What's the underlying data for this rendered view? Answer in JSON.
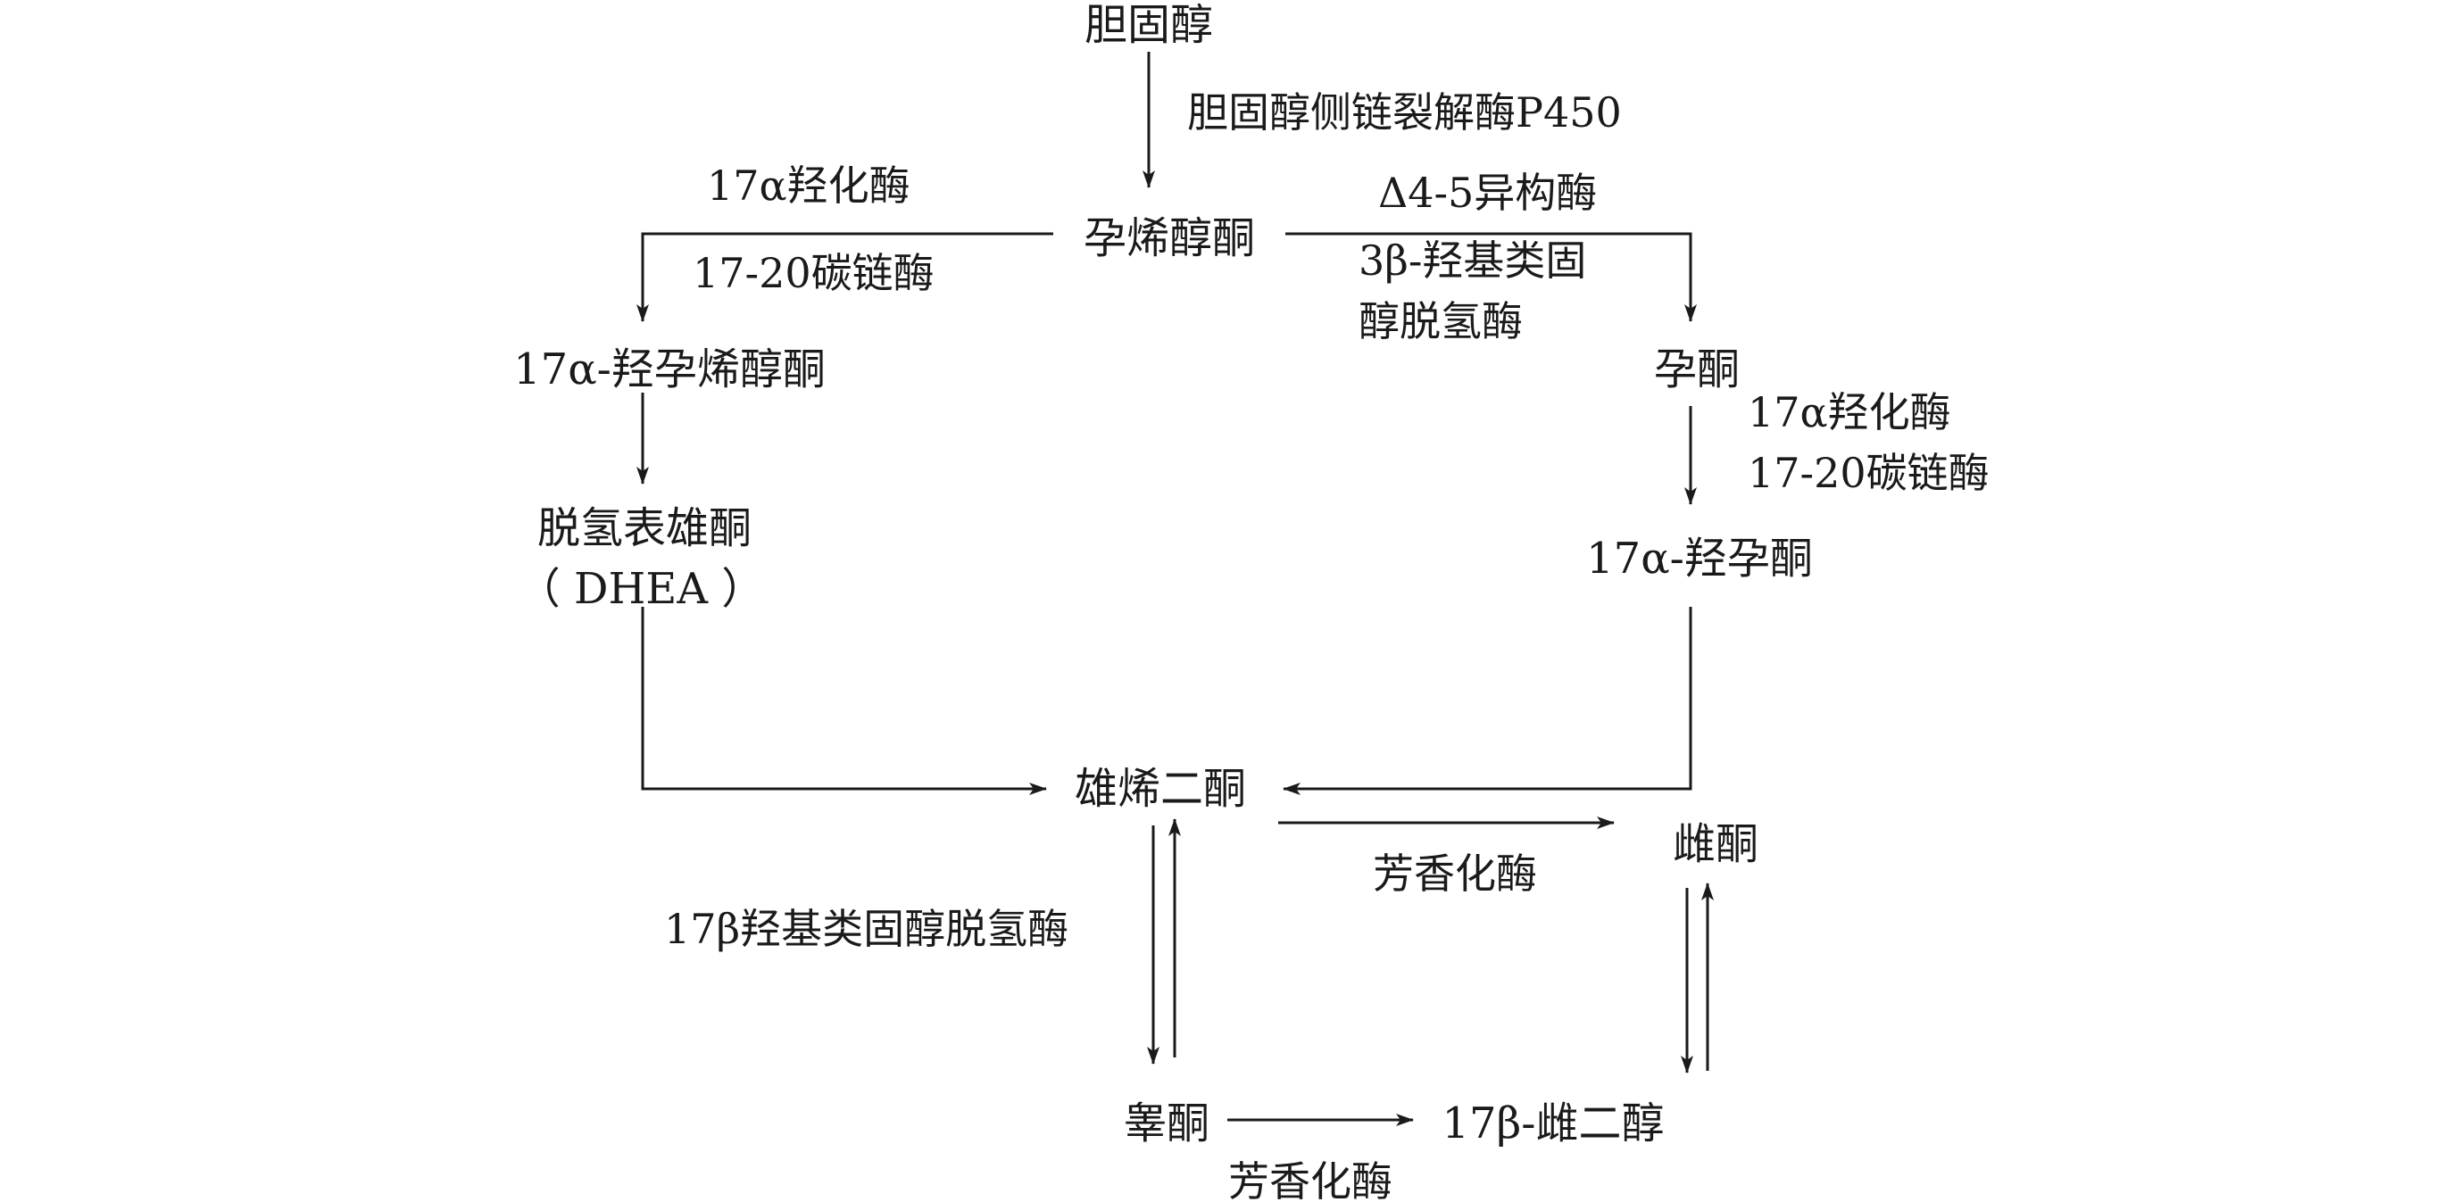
{
  "nodes": {
    "cholesterol": "胆固醇",
    "pregnenolone": "孕烯醇酮",
    "hydroxypregnenolone": "17α-羟孕烯醇酮",
    "dhea_line1": "脱氢表雄酮",
    "dhea_line2": "（ DHEA ）",
    "progesterone": "孕酮",
    "hydroxyprogesterone": "17α-羟孕酮",
    "androstenedione": "雄烯二酮",
    "estrone": "雌酮",
    "testosterone": "睾酮",
    "estradiol": "17β-雌二醇"
  },
  "enzymes": {
    "p450scc": "胆固醇侧链裂解酶P450",
    "hydroxylase_left": "17α羟化酶",
    "lyase_left": "17-20碳链酶",
    "isomerase": "Δ4-5异构酶",
    "hsd3b_line1": "3β-羟基类固",
    "hsd3b_line2": "醇脱氢酶",
    "hydroxylase_right": "17α羟化酶",
    "lyase_right": "17-20碳链酶",
    "aromatase_upper": "芳香化酶",
    "hsd17b": "17β羟基类固醇脱氢酶",
    "aromatase_lower": "芳香化酶"
  },
  "colors": {
    "ink": "#1a1a1a",
    "background": "#ffffff"
  }
}
